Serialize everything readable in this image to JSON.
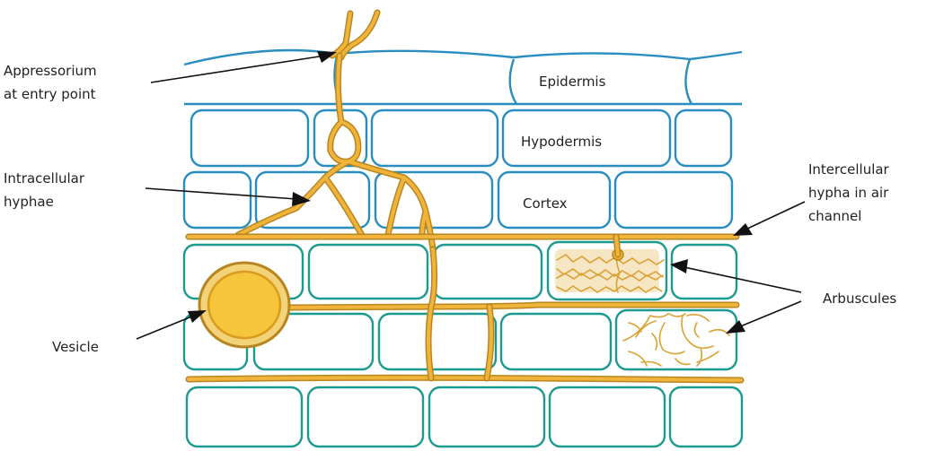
{
  "labels": {
    "appressorium_line1": "Appressorium",
    "appressorium_line2": "at entry point",
    "epidermis": "Epidermis",
    "hypodermis": "Hypodermis",
    "cortex": "Cortex",
    "intracellular_line1": "Intracellular",
    "intracellular_line2": "hyphae",
    "intercellular_line1": "Intercellular",
    "intercellular_line2": "hypha in air",
    "intercellular_line3": "channel",
    "arbuscules": "Arbuscules",
    "vesicle": "Vesicle"
  },
  "colors": {
    "epidermis_wall": "#2a8dbf",
    "cortex_wall": "#1b9a8f",
    "hypha_outline": "#b8861f",
    "hypha_fill": "#f0b43a",
    "vesicle_fill": "#f5c53c"
  }
}
